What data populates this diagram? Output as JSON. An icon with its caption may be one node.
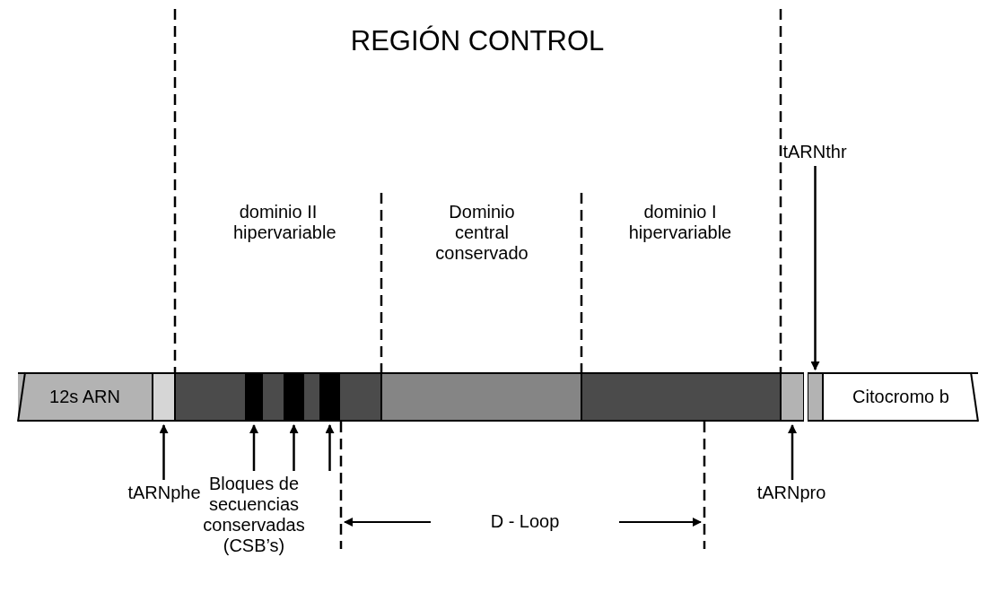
{
  "diagram": {
    "title": "REGIÓN CONTROL",
    "nodes": [
      {
        "text": [
          "12s ARN"
        ]
      },
      {
        "text": [],
        "shape": "bar"
      },
      {
        "text": [],
        "shape": "bar"
      },
      {
        "text": [],
        "shape": "bar",
        "in": 2
      },
      {
        "text": [],
        "shape": "bar",
        "in": 2
      },
      {
        "text": [],
        "shape": "bar",
        "in": 2
      },
      {
        "text": [],
        "shape": "bar"
      },
      {
        "text": [],
        "shape": "bar"
      },
      {
        "text": [],
        "shape": "bar"
      },
      {
        "text": [],
        "shape": "bar"
      },
      {
        "text": [
          "Citocromo b"
        ]
      },
      {
        "text": [
          "tARNphe"
        ]
      },
      {
        "text": [
          "Bloques de secuencias conservadas (CSB’s)"
        ]
      },
      {
        "text": [
          "tARNpro"
        ]
      },
      {
        "text": [
          "tARNthr"
        ]
      }
    ],
    "edges": [
      {
        "from": 11,
        "to": 1,
        "arrow": "to"
      },
      {
        "from": 12,
        "to": 3,
        "arrow": "to"
      },
      {
        "from": 12,
        "to": 4,
        "arrow": "to"
      },
      {
        "from": 12,
        "to": 5,
        "arrow": "to"
      },
      {
        "from": 13,
        "to": 8,
        "arrow": "to"
      },
      {
        "from": 14,
        "to": 9,
        "arrow": "to"
      }
    ],
    "labels": [
      "dominio II hipervariable",
      "Dominio central conservado",
      "dominio I hipervariable",
      "D - Loop"
    ]
  }
}
